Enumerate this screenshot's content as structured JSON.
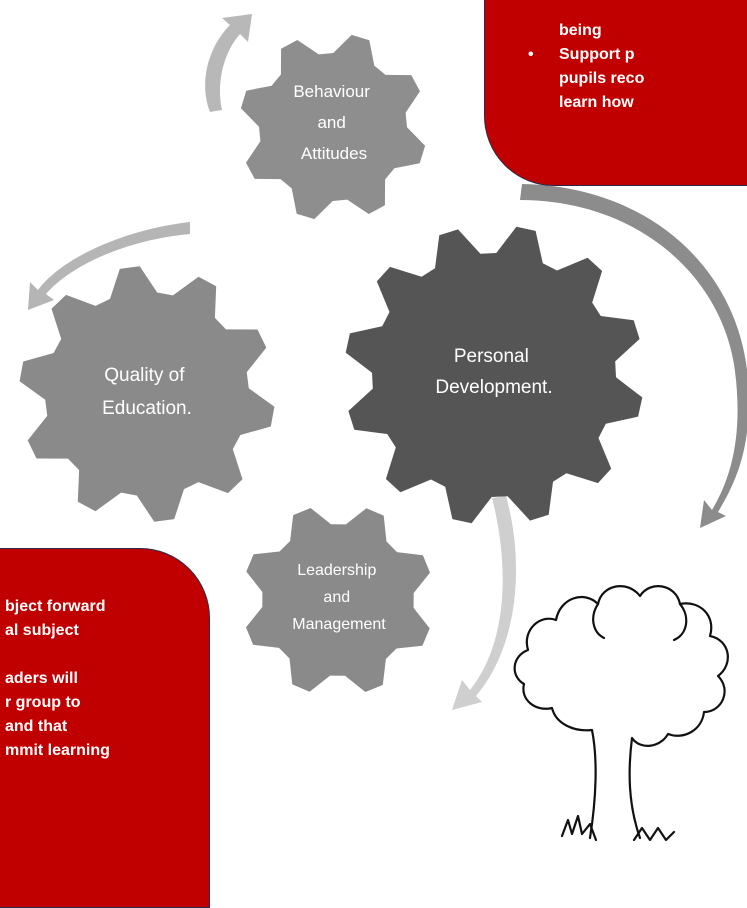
{
  "cycle": {
    "gears": {
      "behaviour": {
        "lines": [
          "Behaviour",
          "and",
          "Attitudes"
        ],
        "color": "#8e8e8e"
      },
      "quality": {
        "lines": [
          "Quality of",
          "Education."
        ],
        "color": "#8a8a8a"
      },
      "personal": {
        "lines": [
          "Personal",
          "Development."
        ],
        "color": "#555555"
      },
      "leadership": {
        "lines": [
          "Leadership",
          "and",
          "Management"
        ],
        "color": "#8a8a8a"
      }
    },
    "arrow_color": "#a8a8a8"
  },
  "callout_top": {
    "color": "#c00000",
    "lines": [
      "being",
      "Support p",
      "pupils reco",
      "learn how"
    ]
  },
  "callout_bottom": {
    "color": "#c00000",
    "lines": [
      "bject forward",
      "al subject",
      "aders will",
      "r group to",
      "and that",
      "mmit learning"
    ]
  },
  "tree": {
    "icon": "tree-sketch-icon"
  }
}
